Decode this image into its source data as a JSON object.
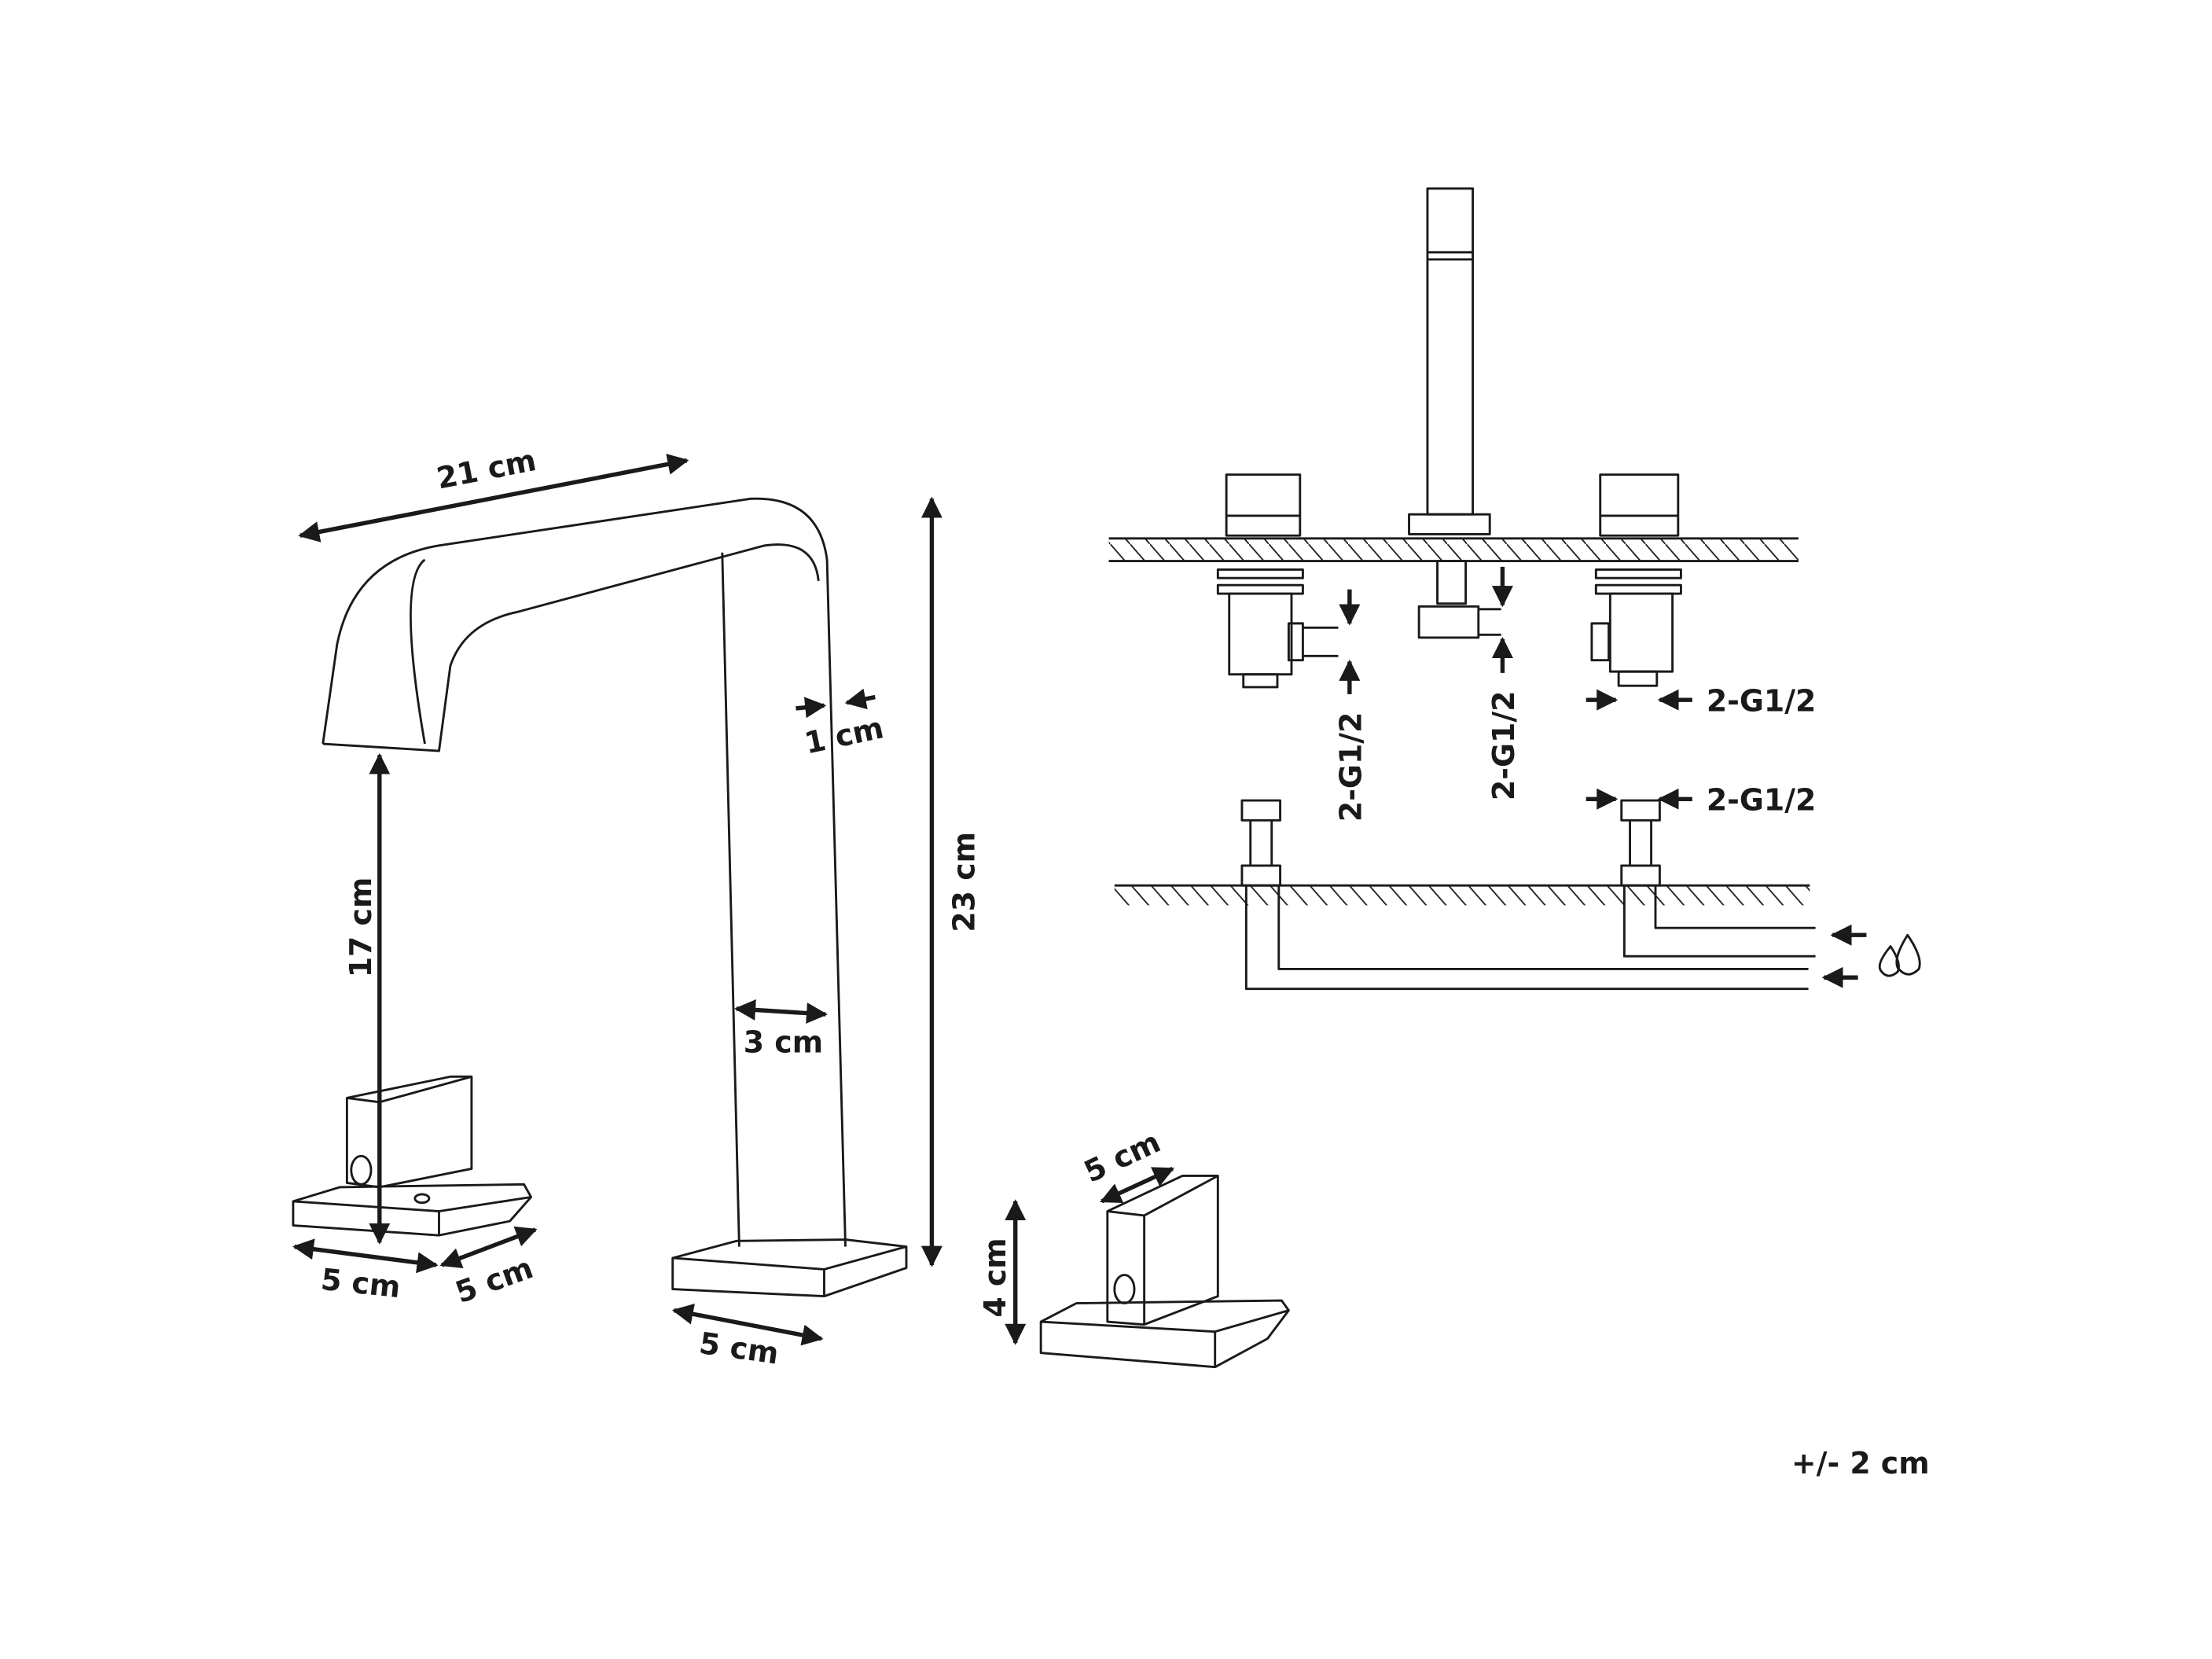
{
  "diagram": {
    "spout": {
      "length_label": "21 cm",
      "height_label": "23 cm",
      "clearance_label": "17 cm",
      "wall_thickness_label": "1 cm",
      "width_label": "3 cm",
      "base_label": "5 cm"
    },
    "left_handle": {
      "base_width_label": "5 cm",
      "base_depth_label": "5 cm"
    },
    "right_handle": {
      "top_label": "5 cm",
      "height_label": "4 cm"
    },
    "installation": {
      "connector_labels": [
        "2-G1/2",
        "2-G1/2",
        "2-G1/2",
        "2-G1/2"
      ],
      "water_icon": "water-drops-icon"
    },
    "tolerance_label": "+/- 2 cm"
  }
}
